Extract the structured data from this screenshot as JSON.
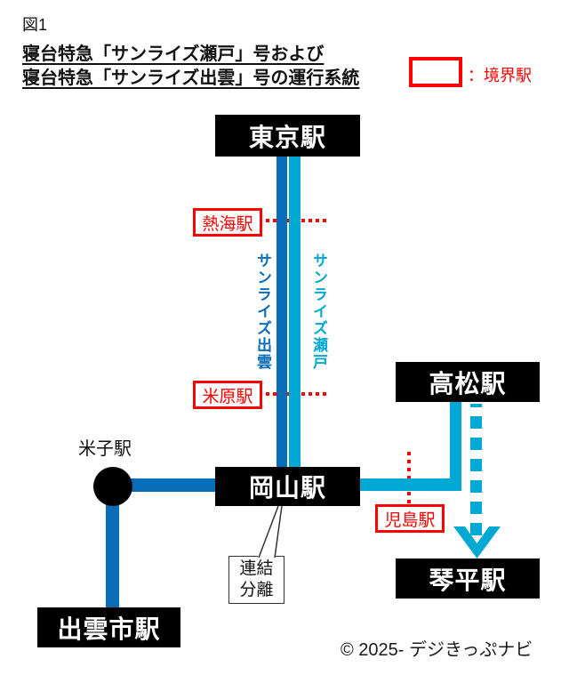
{
  "figure_label": "図1",
  "title": {
    "line1": "寝台特急「サンライズ瀬戸」号および",
    "line2": "寝台特急「サンライズ出雲」号の運行系統"
  },
  "legend": {
    "label": "：境界駅"
  },
  "stations": {
    "tokyo": "東京駅",
    "okayama": "岡山駅",
    "takamatsu": "高松駅",
    "kotohira": "琴平駅",
    "izumoshi": "出雲市駅",
    "yonago": "米子駅"
  },
  "boundary_stations": {
    "atami": "熱海駅",
    "maibara": "米原駅",
    "kojima": "児島駅"
  },
  "routes": {
    "izumo_label": "サンライズ出雲",
    "seto_label": "サンライズ瀬戸"
  },
  "callout": {
    "line1": "連結",
    "line2": "分離"
  },
  "copyright": "© 2025- デジきっぷナビ",
  "colors": {
    "route_izumo_blue": "#0a6db8",
    "route_seto_cyan": "#00a9d4",
    "boundary_red": "#ff0000",
    "station_box": "#000000",
    "station_text": "#ffffff"
  }
}
